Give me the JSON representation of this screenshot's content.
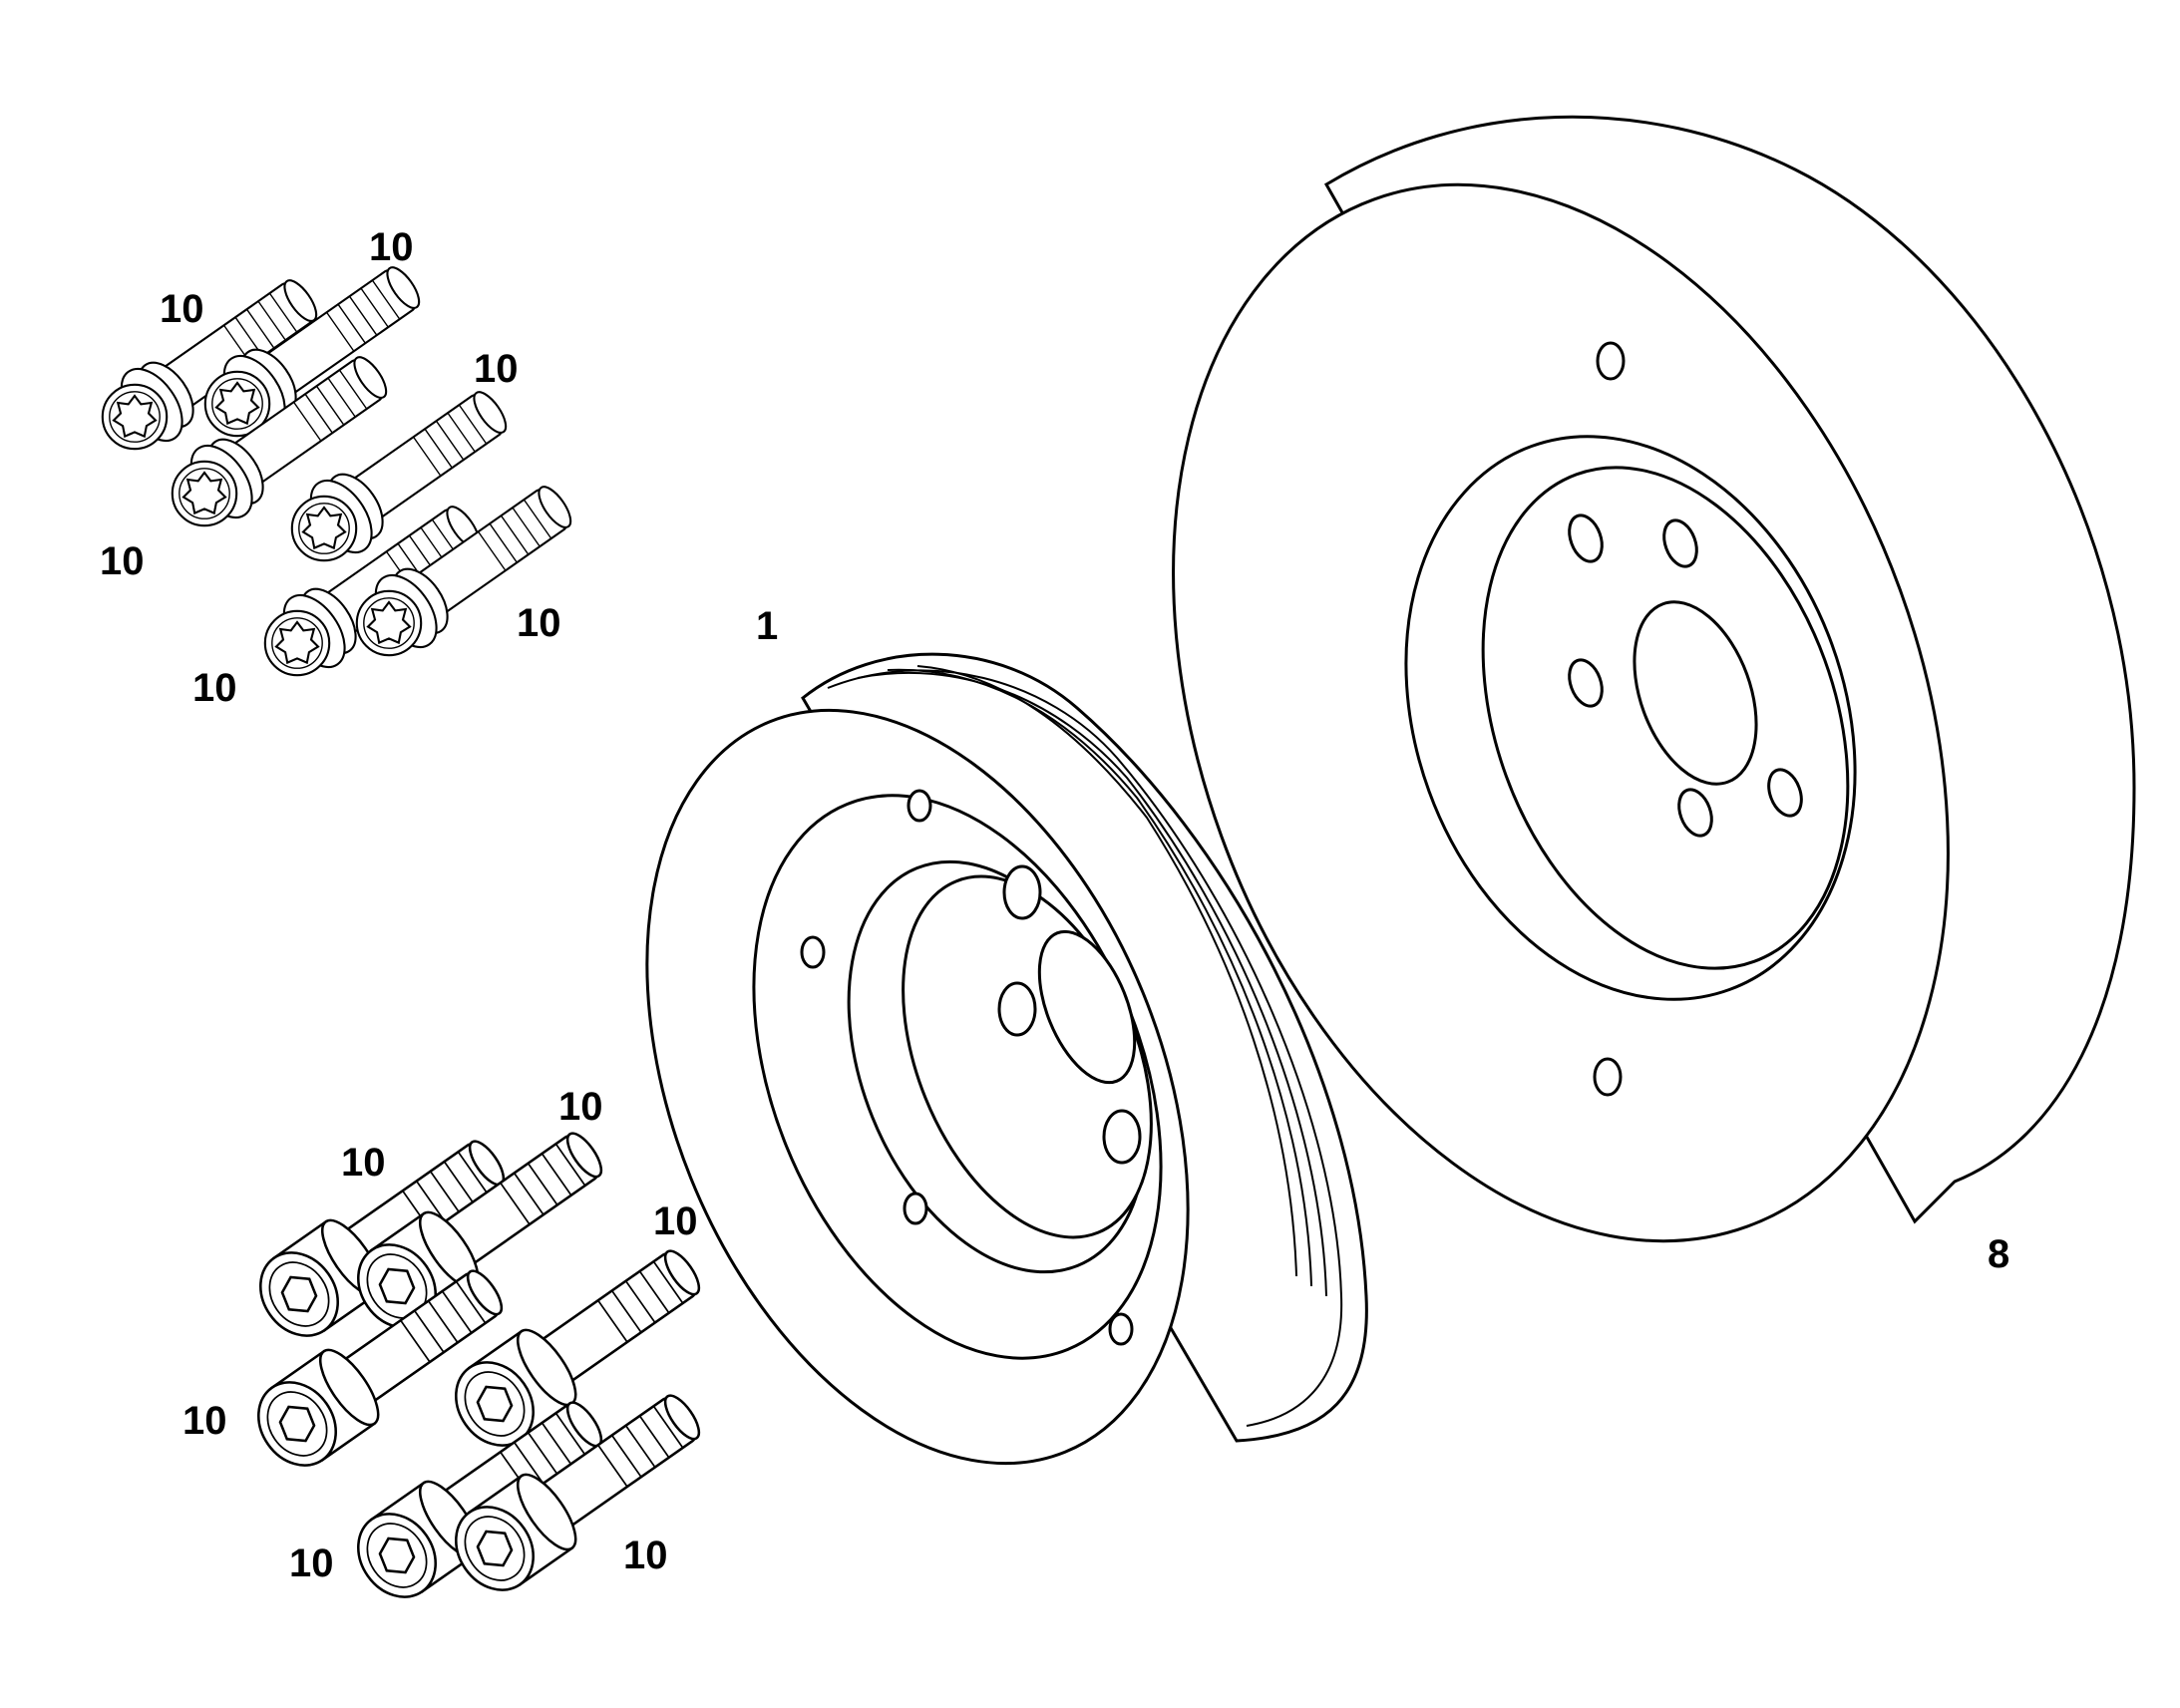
{
  "callouts": {
    "pulley": "1",
    "damper": "8",
    "torx_bolt_1": "10",
    "torx_bolt_2": "10",
    "torx_bolt_3": "10",
    "torx_bolt_4": "10",
    "torx_bolt_5": "10",
    "torx_bolt_6": "10",
    "hex_bolt_1": "10",
    "hex_bolt_2": "10",
    "hex_bolt_3": "10",
    "hex_bolt_4": "10",
    "hex_bolt_5": "10",
    "hex_bolt_6": "10"
  },
  "colors": {
    "line": "#000000",
    "background": "#ffffff"
  },
  "icons": {
    "bolt_torx": "torx-bolt-icon",
    "bolt_hex": "hex-socket-bolt-icon"
  }
}
